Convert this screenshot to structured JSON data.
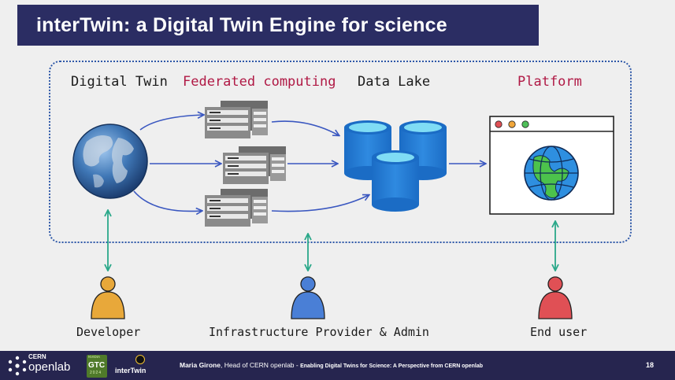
{
  "title": "interTwin: a Digital Twin Engine for science",
  "columns": {
    "digital_twin": "Digital Twin",
    "federated": "Federated computing",
    "data_lake": "Data Lake",
    "platform": "Platform"
  },
  "roles": {
    "developer": "Developer",
    "infra": "Infrastructure Provider & Admin",
    "end_user": "End user"
  },
  "colors": {
    "title_bg": "#2b2d63",
    "accent_red": "#b01945",
    "arrow_blue": "#3a57c0",
    "arrow_green": "#2aa889",
    "developer": "#e8a83a",
    "infra": "#4a7fd6",
    "end_user": "#e05055",
    "footer_bg": "#26254f"
  },
  "footer": {
    "cern_top": "CERN",
    "cern_bottom": "openlab",
    "gtc_brand": "NVIDIA",
    "gtc": "GTC",
    "gtc_year": "2024",
    "intertwin_logo": "interTwin",
    "speaker_name": "Maria Girone",
    "speaker_role": ", Head of CERN openlab - ",
    "talk_title": "Enabling Digital Twins for Science: A Perspective from CERN openlab",
    "page": "18"
  },
  "icons": [
    "globe-icon",
    "server-rack-icon",
    "database-icon",
    "browser-window-icon",
    "person-icon"
  ]
}
